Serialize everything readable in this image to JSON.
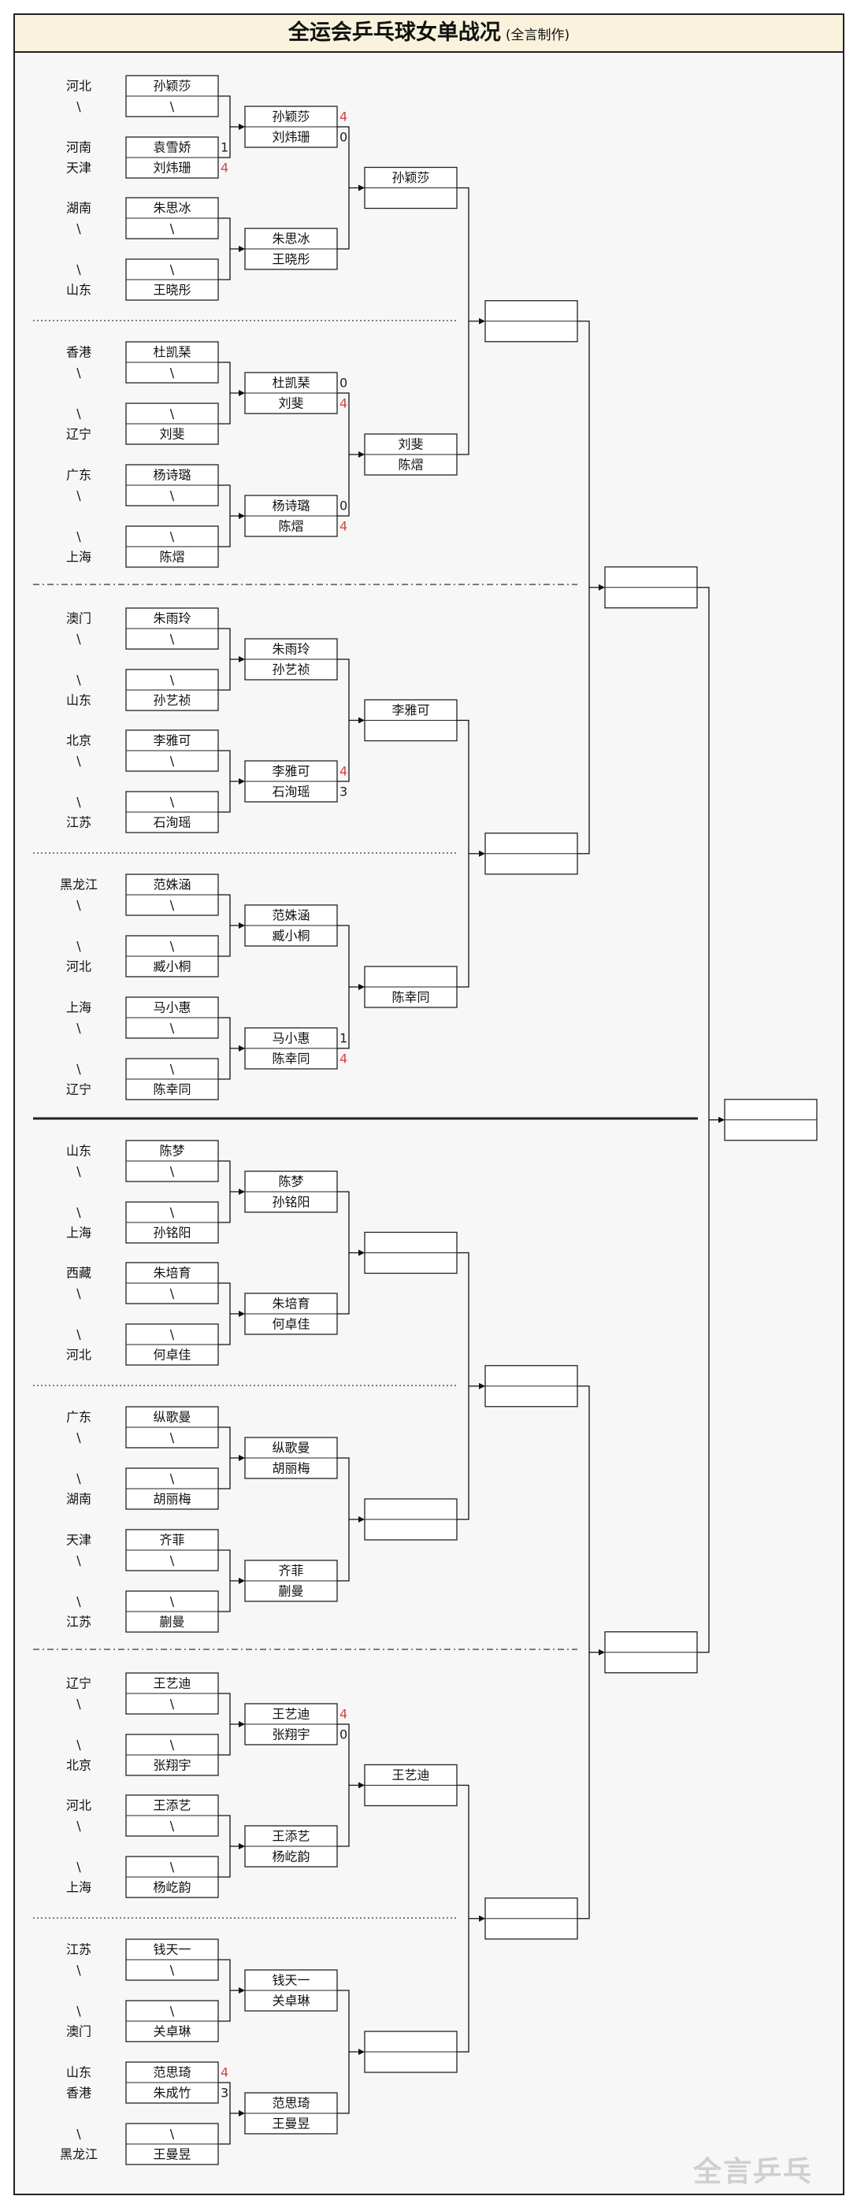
{
  "title": "全运会乒乓球女单战况",
  "subtitle": "(全言制作)",
  "watermark": "全言乒乓",
  "colors": {
    "score_win": "#d64545",
    "score_lose": "#222222"
  },
  "round1": [
    {
      "top": {
        "region": "河北",
        "name": "孙颖莎"
      },
      "bottom": {
        "region": "\\",
        "name": "\\"
      }
    },
    {
      "top": {
        "region": "河南",
        "name": "袁雪娇",
        "score": "1"
      },
      "bottom": {
        "region": "天津",
        "name": "刘炜珊",
        "score": "4"
      }
    },
    {
      "top": {
        "region": "湖南",
        "name": "朱思冰"
      },
      "bottom": {
        "region": "\\",
        "name": "\\"
      }
    },
    {
      "top": {
        "region": "\\",
        "name": "\\"
      },
      "bottom": {
        "region": "山东",
        "name": "王晓彤"
      }
    },
    {
      "top": {
        "region": "香港",
        "name": "杜凯琹"
      },
      "bottom": {
        "region": "\\",
        "name": "\\"
      }
    },
    {
      "top": {
        "region": "\\",
        "name": "\\"
      },
      "bottom": {
        "region": "辽宁",
        "name": "刘斐"
      }
    },
    {
      "top": {
        "region": "广东",
        "name": "杨诗璐"
      },
      "bottom": {
        "region": "\\",
        "name": "\\"
      }
    },
    {
      "top": {
        "region": "\\",
        "name": "\\"
      },
      "bottom": {
        "region": "上海",
        "name": "陈熠"
      }
    },
    {
      "top": {
        "region": "澳门",
        "name": "朱雨玲"
      },
      "bottom": {
        "region": "\\",
        "name": "\\"
      }
    },
    {
      "top": {
        "region": "\\",
        "name": "\\"
      },
      "bottom": {
        "region": "山东",
        "name": "孙艺祯"
      }
    },
    {
      "top": {
        "region": "北京",
        "name": "李雅可"
      },
      "bottom": {
        "region": "\\",
        "name": "\\"
      }
    },
    {
      "top": {
        "region": "\\",
        "name": "\\"
      },
      "bottom": {
        "region": "江苏",
        "name": "石洵瑶"
      }
    },
    {
      "top": {
        "region": "黑龙江",
        "name": "范姝涵"
      },
      "bottom": {
        "region": "\\",
        "name": "\\"
      }
    },
    {
      "top": {
        "region": "\\",
        "name": "\\"
      },
      "bottom": {
        "region": "河北",
        "name": "臧小桐"
      }
    },
    {
      "top": {
        "region": "上海",
        "name": "马小惠"
      },
      "bottom": {
        "region": "\\",
        "name": "\\"
      }
    },
    {
      "top": {
        "region": "\\",
        "name": "\\"
      },
      "bottom": {
        "region": "辽宁",
        "name": "陈幸同"
      }
    },
    {
      "top": {
        "region": "山东",
        "name": "陈梦"
      },
      "bottom": {
        "region": "\\",
        "name": "\\"
      }
    },
    {
      "top": {
        "region": "\\",
        "name": "\\"
      },
      "bottom": {
        "region": "上海",
        "name": "孙铭阳"
      }
    },
    {
      "top": {
        "region": "西藏",
        "name": "朱培育"
      },
      "bottom": {
        "region": "\\",
        "name": "\\"
      }
    },
    {
      "top": {
        "region": "\\",
        "name": "\\"
      },
      "bottom": {
        "region": "河北",
        "name": "何卓佳"
      }
    },
    {
      "top": {
        "region": "广东",
        "name": "纵歌曼"
      },
      "bottom": {
        "region": "\\",
        "name": "\\"
      }
    },
    {
      "top": {
        "region": "\\",
        "name": "\\"
      },
      "bottom": {
        "region": "湖南",
        "name": "胡丽梅"
      }
    },
    {
      "top": {
        "region": "天津",
        "name": "齐菲"
      },
      "bottom": {
        "region": "\\",
        "name": "\\"
      }
    },
    {
      "top": {
        "region": "\\",
        "name": "\\"
      },
      "bottom": {
        "region": "江苏",
        "name": "蒯曼"
      }
    },
    {
      "top": {
        "region": "辽宁",
        "name": "王艺迪"
      },
      "bottom": {
        "region": "\\",
        "name": "\\"
      }
    },
    {
      "top": {
        "region": "\\",
        "name": "\\"
      },
      "bottom": {
        "region": "北京",
        "name": "张翔宇"
      }
    },
    {
      "top": {
        "region": "河北",
        "name": "王添艺"
      },
      "bottom": {
        "region": "\\",
        "name": "\\"
      }
    },
    {
      "top": {
        "region": "\\",
        "name": "\\"
      },
      "bottom": {
        "region": "上海",
        "name": "杨屹韵"
      }
    },
    {
      "top": {
        "region": "江苏",
        "name": "钱天一"
      },
      "bottom": {
        "region": "\\",
        "name": "\\"
      }
    },
    {
      "top": {
        "region": "\\",
        "name": "\\"
      },
      "bottom": {
        "region": "澳门",
        "name": "关卓琳"
      }
    },
    {
      "top": {
        "region": "山东",
        "name": "范思琦",
        "score": "4"
      },
      "bottom": {
        "region": "香港",
        "name": "朱成竹",
        "score": "3"
      }
    },
    {
      "top": {
        "region": "\\",
        "name": "\\"
      },
      "bottom": {
        "region": "黑龙江",
        "name": "王曼昱"
      }
    }
  ],
  "round2": [
    {
      "top": {
        "name": "孙颖莎",
        "score": "4"
      },
      "bottom": {
        "name": "刘炜珊",
        "score": "0"
      }
    },
    {
      "top": {
        "name": "朱思冰"
      },
      "bottom": {
        "name": "王晓彤"
      }
    },
    {
      "top": {
        "name": "杜凯琹",
        "score": "0"
      },
      "bottom": {
        "name": "刘斐",
        "score": "4"
      }
    },
    {
      "top": {
        "name": "杨诗璐",
        "score": "0"
      },
      "bottom": {
        "name": "陈熠",
        "score": "4"
      }
    },
    {
      "top": {
        "name": "朱雨玲"
      },
      "bottom": {
        "name": "孙艺祯"
      }
    },
    {
      "top": {
        "name": "李雅可",
        "score": "4"
      },
      "bottom": {
        "name": "石洵瑶",
        "score": "3"
      }
    },
    {
      "top": {
        "name": "范姝涵"
      },
      "bottom": {
        "name": "臧小桐"
      }
    },
    {
      "top": {
        "name": "马小惠",
        "score": "1"
      },
      "bottom": {
        "name": "陈幸同",
        "score": "4"
      }
    },
    {
      "top": {
        "name": "陈梦"
      },
      "bottom": {
        "name": "孙铭阳"
      }
    },
    {
      "top": {
        "name": "朱培育"
      },
      "bottom": {
        "name": "何卓佳"
      }
    },
    {
      "top": {
        "name": "纵歌曼"
      },
      "bottom": {
        "name": "胡丽梅"
      }
    },
    {
      "top": {
        "name": "齐菲"
      },
      "bottom": {
        "name": "蒯曼"
      }
    },
    {
      "top": {
        "name": "王艺迪",
        "score": "4"
      },
      "bottom": {
        "name": "张翔宇",
        "score": "0"
      }
    },
    {
      "top": {
        "name": "王添艺"
      },
      "bottom": {
        "name": "杨屹韵"
      }
    },
    {
      "top": {
        "name": "钱天一"
      },
      "bottom": {
        "name": "关卓琳"
      }
    },
    {
      "top": {
        "name": "范思琦"
      },
      "bottom": {
        "name": "王曼昱"
      }
    }
  ],
  "round3": [
    {
      "top": {
        "name": "孙颖莎"
      },
      "bottom": {
        "name": ""
      }
    },
    {
      "top": {
        "name": "刘斐"
      },
      "bottom": {
        "name": "陈熠"
      }
    },
    {
      "top": {
        "name": "李雅可"
      },
      "bottom": {
        "name": ""
      }
    },
    {
      "top": {
        "name": ""
      },
      "bottom": {
        "name": "陈幸同"
      }
    },
    {
      "top": {
        "name": ""
      },
      "bottom": {
        "name": ""
      }
    },
    {
      "top": {
        "name": ""
      },
      "bottom": {
        "name": ""
      }
    },
    {
      "top": {
        "name": "王艺迪"
      },
      "bottom": {
        "name": ""
      }
    },
    {
      "top": {
        "name": ""
      },
      "bottom": {
        "name": ""
      }
    }
  ],
  "round4": [
    {
      "top": {
        "name": ""
      },
      "bottom": {
        "name": ""
      }
    },
    {
      "top": {
        "name": ""
      },
      "bottom": {
        "name": ""
      }
    },
    {
      "top": {
        "name": ""
      },
      "bottom": {
        "name": ""
      }
    },
    {
      "top": {
        "name": ""
      },
      "bottom": {
        "name": ""
      }
    }
  ],
  "round5": [
    {
      "top": {
        "name": ""
      },
      "bottom": {
        "name": ""
      }
    },
    {
      "top": {
        "name": ""
      },
      "bottom": {
        "name": ""
      }
    }
  ],
  "round6": [
    {
      "top": {
        "name": ""
      },
      "bottom": {
        "name": ""
      }
    }
  ]
}
